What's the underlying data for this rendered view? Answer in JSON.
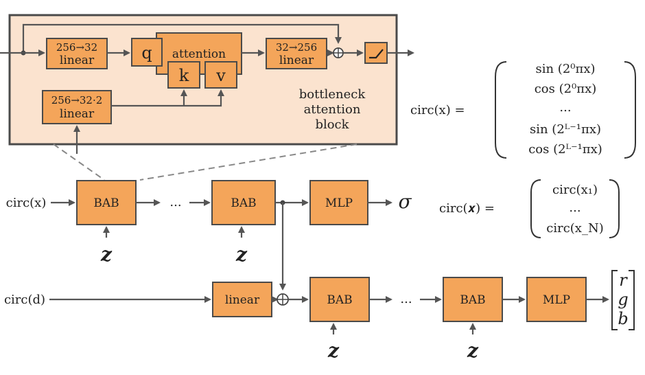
{
  "bab_detail": {
    "in_linear": [
      "256→32",
      "linear"
    ],
    "z_linear": [
      "256→32·2",
      "linear"
    ],
    "q": "q",
    "k": "k",
    "v": "v",
    "attention": "attention",
    "out_linear": [
      "32→256",
      "linear"
    ],
    "caption": [
      "bottleneck",
      "attention",
      "block"
    ]
  },
  "main_blocks": {
    "bab": "BAB",
    "mlp": "MLP",
    "linear": "linear",
    "dots": "...",
    "z": "z",
    "sigma": "σ"
  },
  "inputs": {
    "circ_x": "circ(x)",
    "circ_d": "circ(d)"
  },
  "output_rgb": [
    "r",
    "g",
    "b"
  ],
  "eq1": {
    "lhs": "circ(x) =",
    "rows": [
      "sin (2⁰πx)",
      "cos (2⁰πx)",
      "...",
      "sin (2ᴸ⁻¹πx)",
      "cos (2ᴸ⁻¹πx)"
    ]
  },
  "eq2": {
    "lhs": "circ(𝒙) =",
    "rows": [
      "circ(x₁)",
      "...",
      "circ(x_N)"
    ]
  }
}
